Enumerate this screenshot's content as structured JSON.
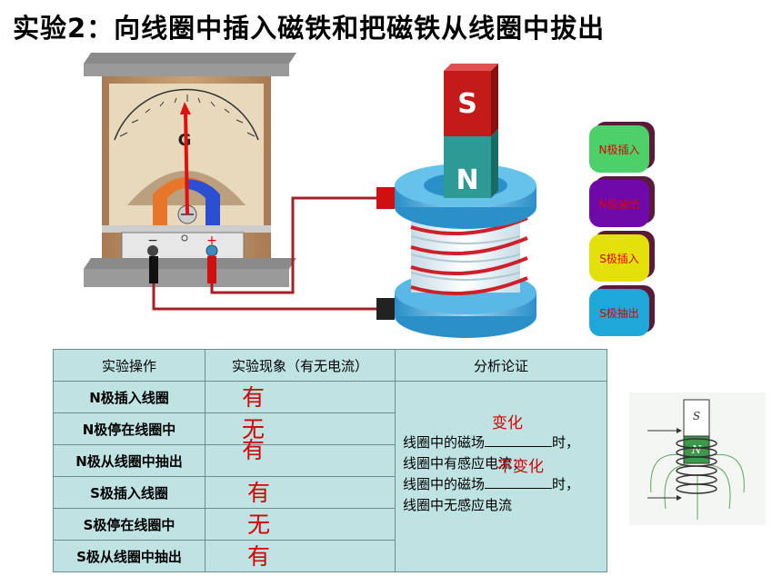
{
  "title": "实验2：向线圈中插入磁铁和把磁铁从线圈中拔出",
  "galvanometer": {
    "label": "G",
    "minus": "−",
    "plus": "+"
  },
  "magnet": {
    "top_pole": "S",
    "bottom_pole": "N"
  },
  "buttons": [
    {
      "label": "N极插入",
      "color": "#4bd06a"
    },
    {
      "label": "N极抽出",
      "color": "#6f0aa8"
    },
    {
      "label": "S极插入",
      "color": "#e3e00a"
    },
    {
      "label": "S极抽出",
      "color": "#1ea8d8"
    }
  ],
  "table": {
    "headers": [
      "实验操作",
      "实验现象（有无电流）",
      "分析论证"
    ],
    "rows": [
      {
        "op": "N极插入线圈",
        "phenomenon": "有"
      },
      {
        "op": "N极停在线圈中",
        "phenomenon": "无"
      },
      {
        "op": "N极从线圈中抽出",
        "phenomenon": "有"
      },
      {
        "op": "S极插入线圈",
        "phenomenon": "有"
      },
      {
        "op": "S极停在线圈中",
        "phenomenon": "无"
      },
      {
        "op": "S极从线圈中抽出",
        "phenomenon": "有"
      }
    ],
    "analysis": {
      "line1_prefix": "线圈中的磁场",
      "line1_fill": "变化",
      "line1_suffix": "时，",
      "line2": "线圈中有感应电流；",
      "line3_prefix": "线圈中的磁场",
      "line3_fill": "不变化",
      "line3_suffix": "时，",
      "line4": "线圈中无感应电流"
    }
  },
  "field_diagram": {
    "top_pole": "S",
    "bottom_pole": "N"
  }
}
